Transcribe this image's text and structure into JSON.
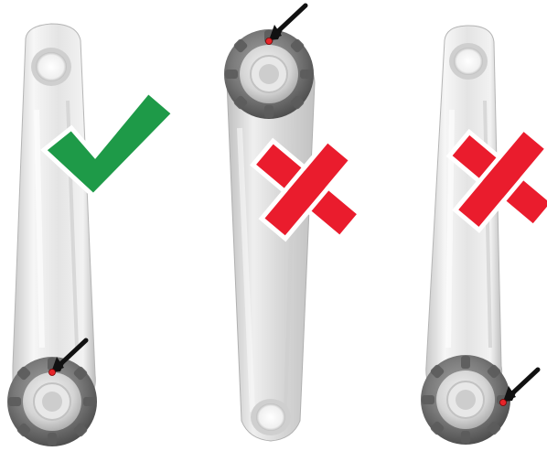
{
  "panels": [
    {
      "id": "crank-left",
      "verdict": "correct",
      "verdict_icon": "checkmark-icon",
      "marker_position": "bottom-bolt-top"
    },
    {
      "id": "crank-middle",
      "verdict": "incorrect",
      "verdict_icon": "cross-icon",
      "marker_position": "top-bolt-top"
    },
    {
      "id": "crank-right",
      "verdict": "incorrect",
      "verdict_icon": "cross-icon",
      "marker_position": "bottom-bolt-right"
    }
  ],
  "colors": {
    "check": "#1e9a48",
    "cross": "#ea1c2d",
    "marker": "#e6252a",
    "arrow": "#111111",
    "arm_light": "#f4f4f4",
    "arm_mid": "#dadada",
    "arm_dark": "#b9b9b9",
    "bolt_dark": "#6b6b6b",
    "bolt_light": "#d9d9d9"
  }
}
